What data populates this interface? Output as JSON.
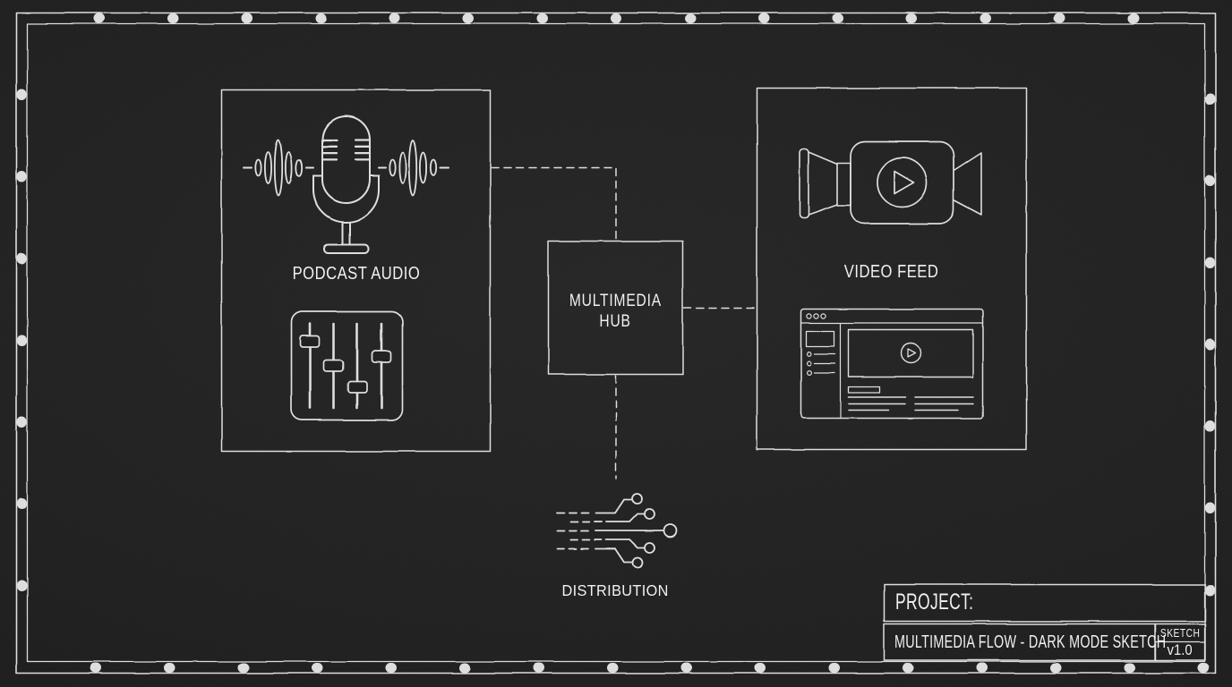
{
  "colors": {
    "background": "#1f1f1f",
    "line": "#dedede",
    "text": "#f1f1f1"
  },
  "diagram": {
    "nodes": {
      "podcast": {
        "label": "PODCAST AUDIO"
      },
      "hub": {
        "line1": "MULTIMEDIA",
        "line2": "HUB"
      },
      "video": {
        "label": "VIDEO FEED"
      },
      "distribution": {
        "label": "DISTRIBUTION"
      }
    },
    "icons": [
      "sound-wave-left-icon",
      "microphone-icon",
      "sound-wave-right-icon",
      "audio-mixer-icon",
      "video-camera-icon",
      "play-icon",
      "video-player-window-icon",
      "circuit-distribution-icon"
    ]
  },
  "title_block": {
    "project_label": "PROJECT:",
    "project_name": "MULTIMEDIA FLOW - DARK MODE SKETCH",
    "doc_type": "SKETCH",
    "version": "v1.0"
  }
}
